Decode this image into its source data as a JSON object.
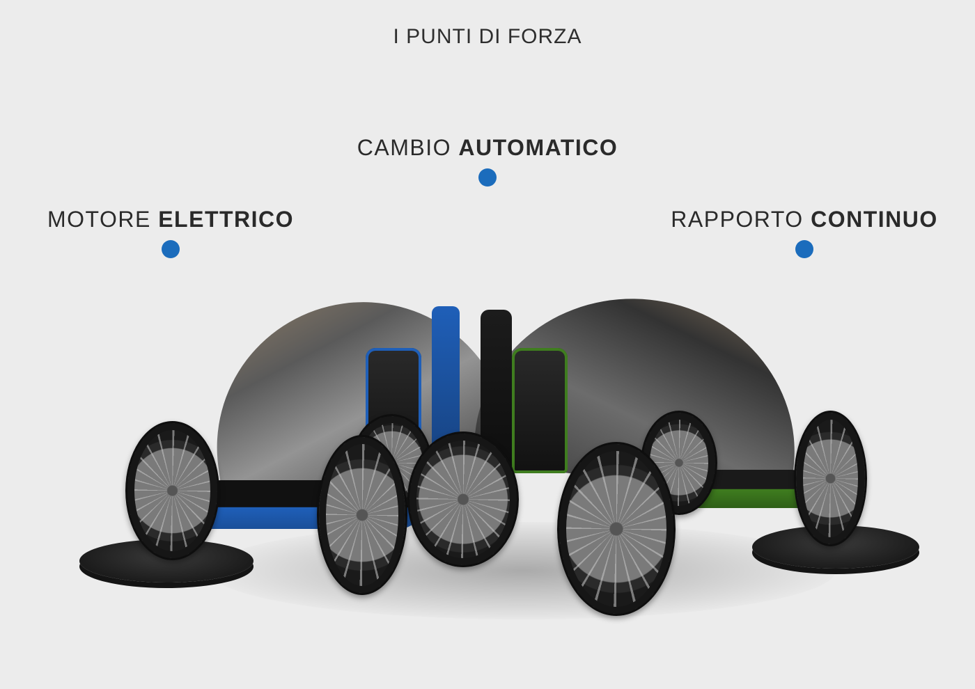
{
  "page": {
    "title": "I PUNTI DI FORZA",
    "background_color": "#ececec",
    "accent_color": "#1b6cbc"
  },
  "features": [
    {
      "id": "automatico",
      "light": "CAMBIO",
      "bold": "AUTOMATICO"
    },
    {
      "id": "elettrico",
      "light": "MOTORE",
      "bold": "ELETTRICO"
    },
    {
      "id": "continuo",
      "light": "RAPPORTO",
      "bold": "CONTINUO"
    }
  ],
  "render": {
    "description": "Two four-wheeled enclosed pedal-electric vehicles with canopy roofs, one with blue accents and one with green accents, displayed on black round pedestals",
    "vehicles": [
      {
        "accent": "blue",
        "accent_color": "#1f5fb8"
      },
      {
        "accent": "green",
        "accent_color": "#3f7d1f"
      }
    ]
  }
}
